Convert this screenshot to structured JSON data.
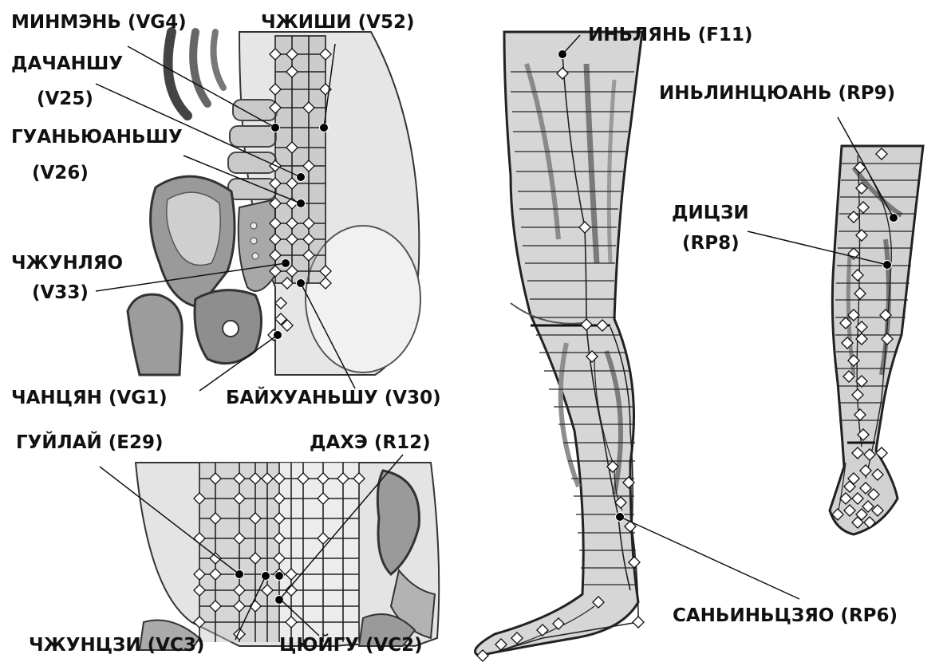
{
  "labels": {
    "minmen": "МИНМЭНЬ (VG4)",
    "chzhishi": "ЧЖИШИ (V52)",
    "dachanshu": "ДАЧАНШУ",
    "dachanshu_code": "(V25)",
    "guanyuanshu": "ГУАНЬЮАНЬШУ",
    "guanyuanshu_code": "(V26)",
    "chzhunlyao": "ЧЖУНЛЯО",
    "chzhunlyao_code": "(V33)",
    "chantsyan": "ЧАНЦЯН (VG1)",
    "baykhuanshu": "БАЙХУАНЬШУ (V30)",
    "guylay": "ГУЙЛАЙ (E29)",
    "dakhe": "ДАХЭ (R12)",
    "chzhuntszi": "ЧЖУНЦЗИ (VC3)",
    "tsyuygu": "ЦЮЙГУ (VC2)",
    "inlyan": "ИНЬЛЯНЬ (F11)",
    "inlintsyuan": "ИНЬЛИНЦЮАНЬ (RP9)",
    "ditszi": "ДИЦЗИ",
    "ditszi_code": "(RP8)",
    "sanyintszyao": "САНЬИНЬЦЗЯО (RP6)"
  },
  "colors": {
    "ink": "#111111",
    "skin_light": "#e2e2e2",
    "skin_mid": "#bdbdbd",
    "skin_dark": "#8a8a8a",
    "point_filled": "#000000",
    "point_open": "#ffffff"
  }
}
